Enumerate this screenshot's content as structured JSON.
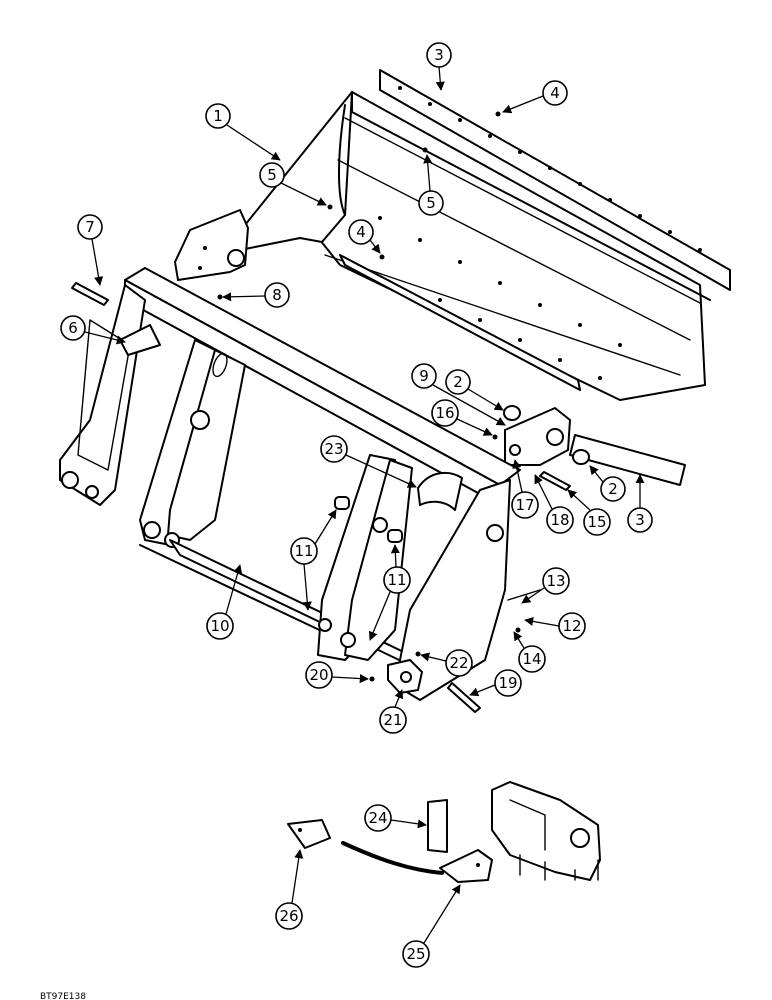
{
  "diagram": {
    "figure_code": "BT97E138",
    "callouts": [
      "1",
      "2",
      "2",
      "3",
      "3",
      "4",
      "4",
      "5",
      "5",
      "6",
      "7",
      "8",
      "9",
      "10",
      "11",
      "11",
      "12",
      "13",
      "14",
      "15",
      "16",
      "17",
      "18",
      "19",
      "20",
      "21",
      "22",
      "23",
      "24",
      "25",
      "26"
    ]
  }
}
